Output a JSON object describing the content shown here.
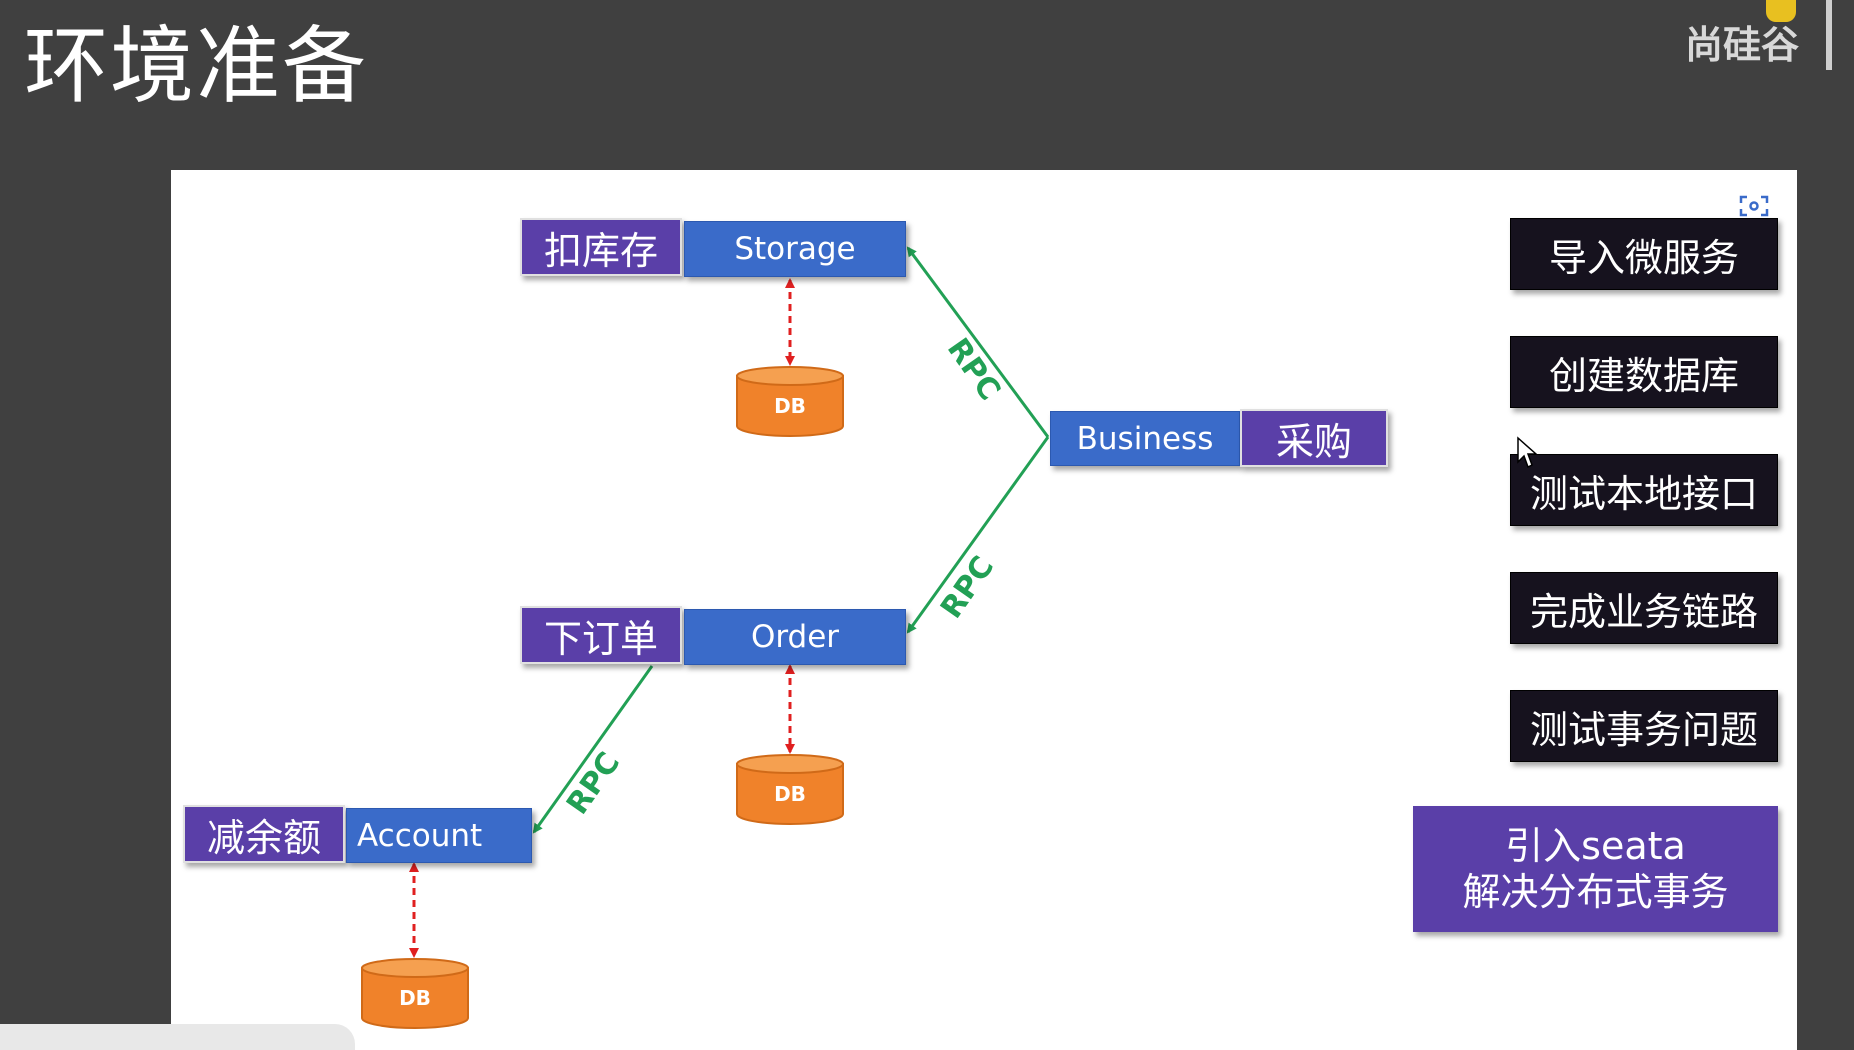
{
  "slide": {
    "title": "环境准备",
    "brand": "尚硅谷"
  },
  "diagram": {
    "services": {
      "storage": "Storage",
      "business": "Business",
      "order": "Order",
      "account": "Account"
    },
    "tags": {
      "storage": "扣库存",
      "business": "采购",
      "order": "下订单",
      "account": "减余额"
    },
    "db_label": "DB",
    "rpc_label": "RPC"
  },
  "steps": [
    "导入微服务",
    "创建数据库",
    "测试本地接口",
    "完成业务链路",
    "测试事务问题"
  ],
  "seata": {
    "line1": "引入seata",
    "line2": "解决分布式事务"
  },
  "colors": {
    "service_blue": "#3a6bc9",
    "tag_purple": "#5a3fa8",
    "step_dark": "#16121e",
    "db_orange": "#f0822a",
    "rpc_green": "#22a055",
    "db_link_red": "#e02020"
  }
}
